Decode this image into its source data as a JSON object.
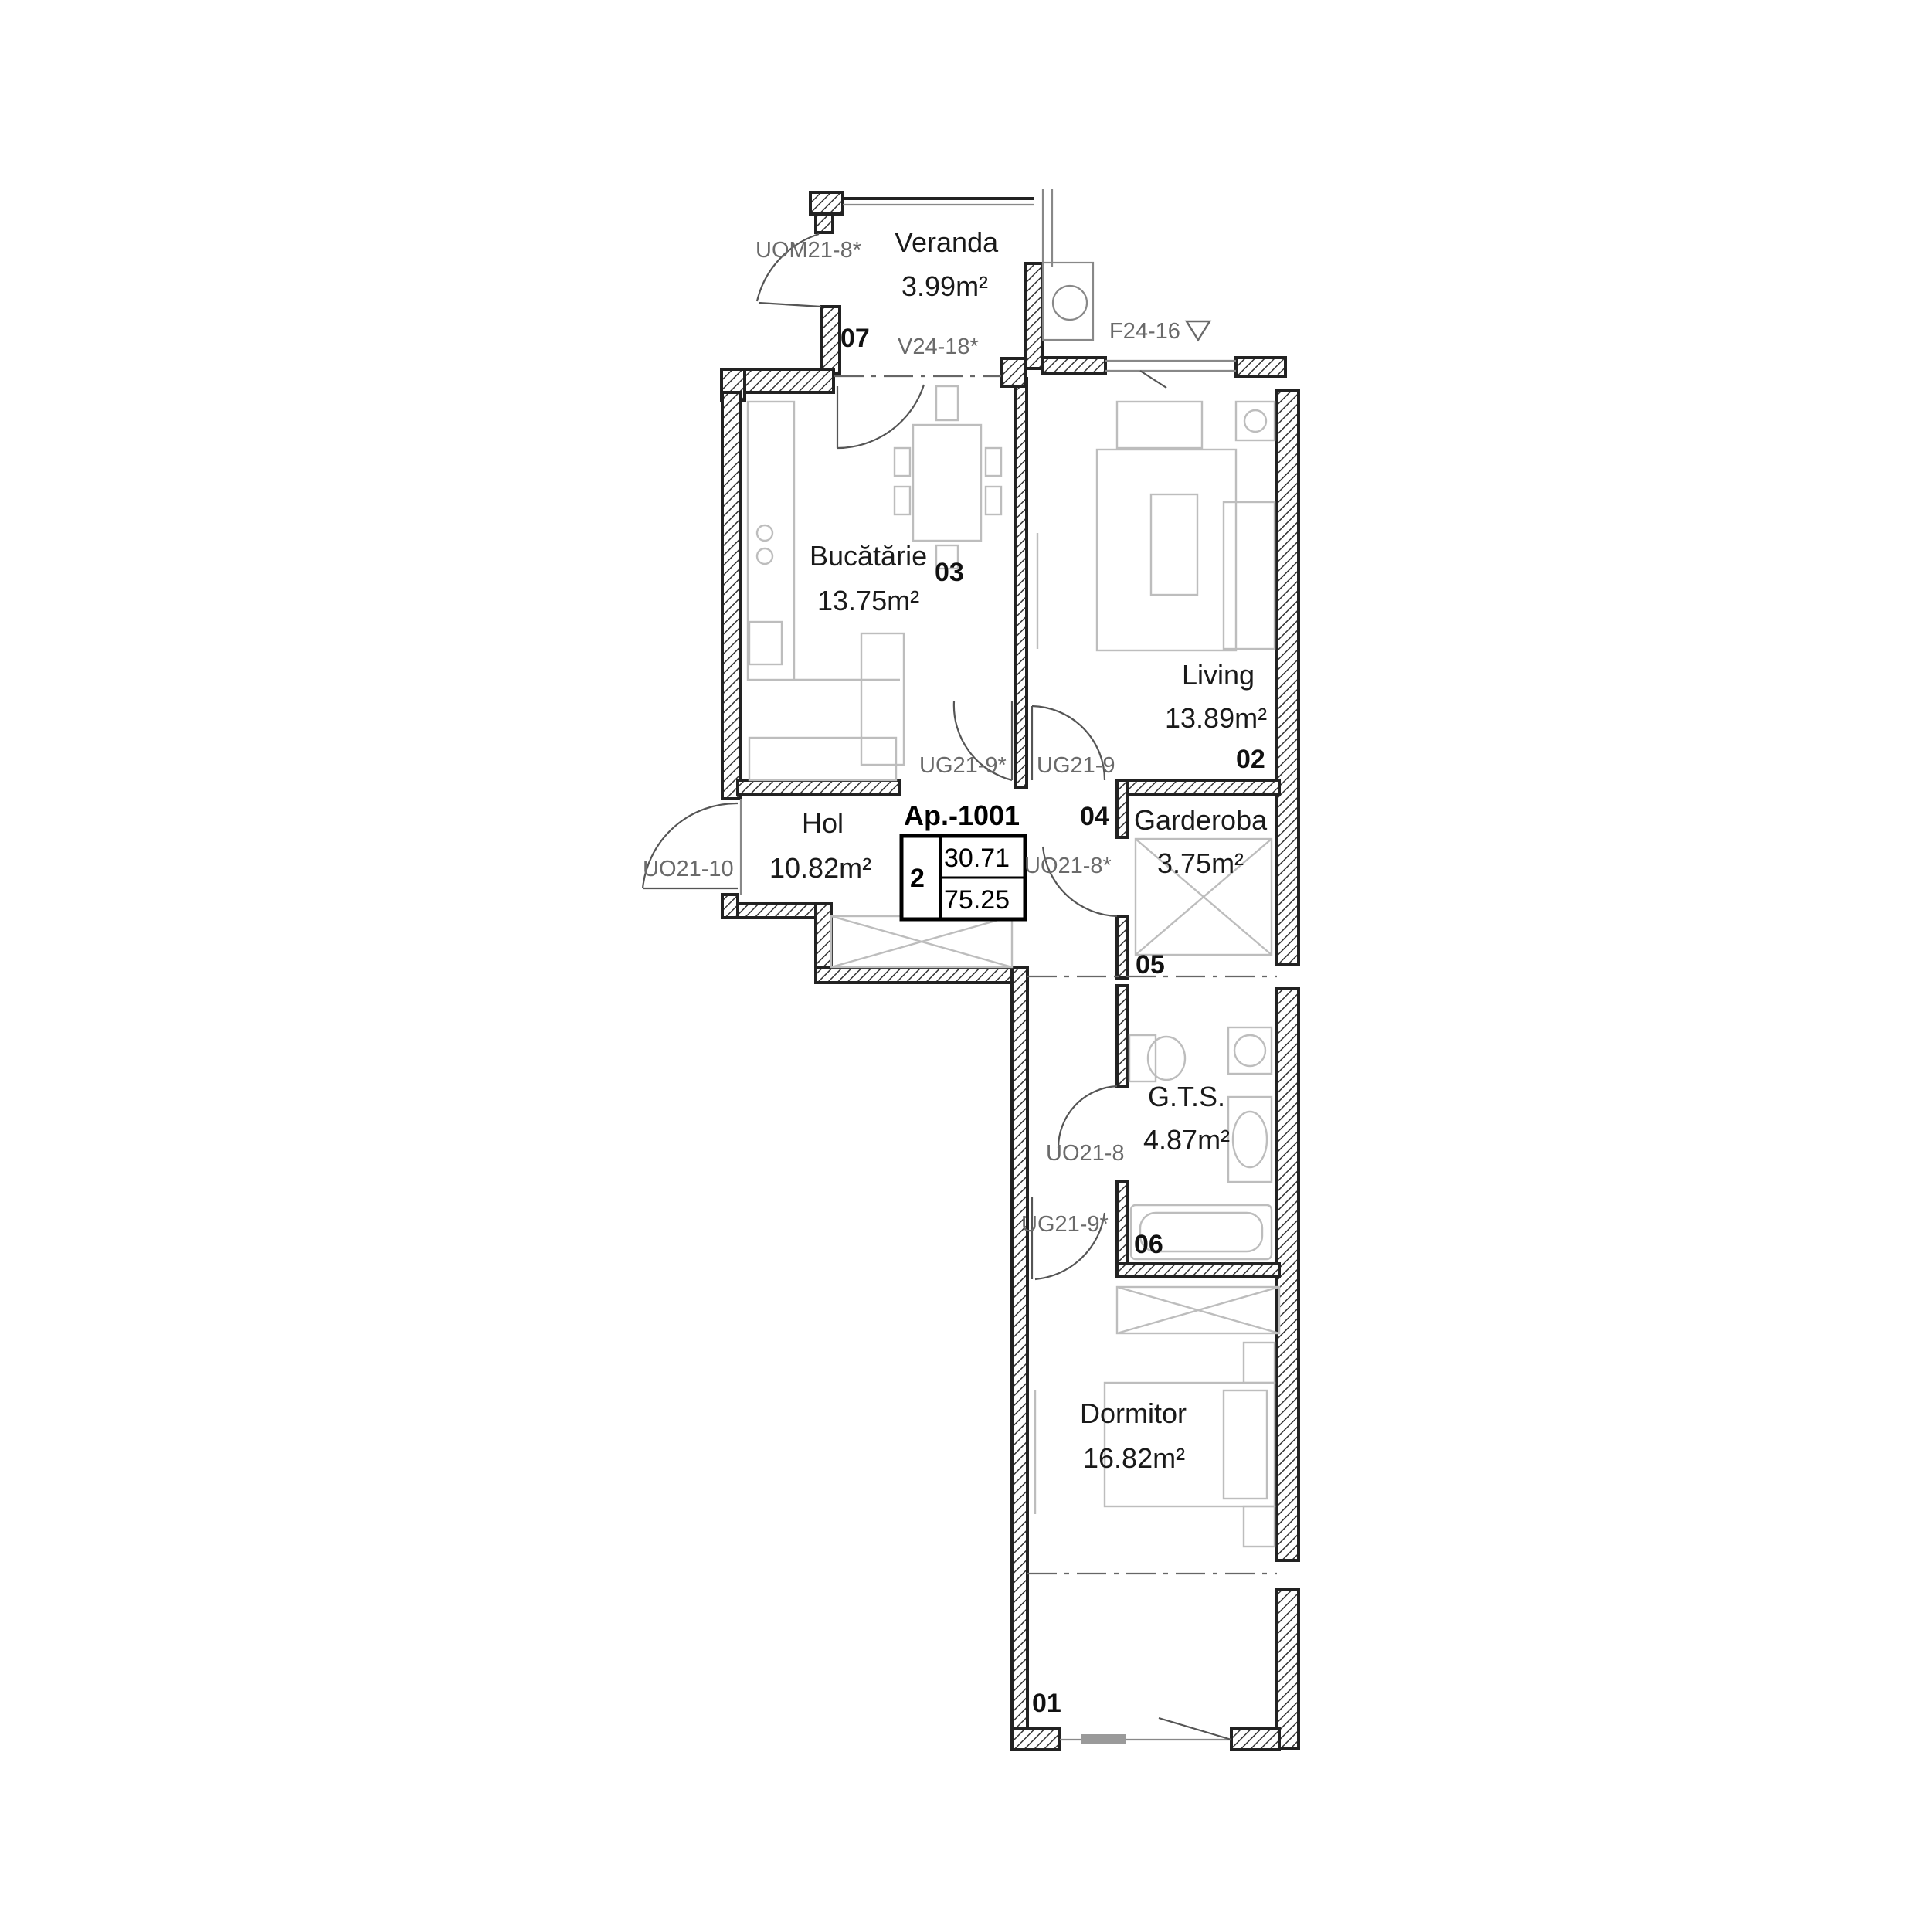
{
  "apartment": {
    "id": "Ap.-1001",
    "rooms_count": "2",
    "area_living": "30.71",
    "area_total": "75.25"
  },
  "rooms": [
    {
      "key": "veranda",
      "name": "Veranda",
      "area": "3.99m²",
      "number": "07"
    },
    {
      "key": "bucatarie",
      "name": "Bucătărie",
      "area": "13.75m²",
      "number": "03"
    },
    {
      "key": "living",
      "name": "Living",
      "area": "13.89m²",
      "number": "02"
    },
    {
      "key": "hol",
      "name": "Hol",
      "area": "10.82m²",
      "number": ""
    },
    {
      "key": "garderoba",
      "name": "Garderoba",
      "area": "3.75m²",
      "number": "04"
    },
    {
      "key": "gts",
      "name": "G.T.S.",
      "area": "4.87m²",
      "number": "06"
    },
    {
      "key": "dormitor",
      "name": "Dormitor",
      "area": "16.82m²",
      "number": "01"
    },
    {
      "key": "spatiu",
      "name": "",
      "area": "",
      "number": "05"
    }
  ],
  "openings": {
    "veranda_door": "UOM21-8*",
    "balcony_window": "V24-18*",
    "living_window": "F24-16",
    "kitchen_door": "UG21-9*",
    "living_door": "UG21-9",
    "entrance_door": "UO21-10",
    "wardrobe_door": "UO21-8*",
    "bathroom_door": "UO21-8",
    "bedroom_door": "UG21-9*"
  },
  "colors": {
    "wall": "#222222",
    "furniture": "#bdbdbd",
    "tag": "#6a6a6a"
  }
}
